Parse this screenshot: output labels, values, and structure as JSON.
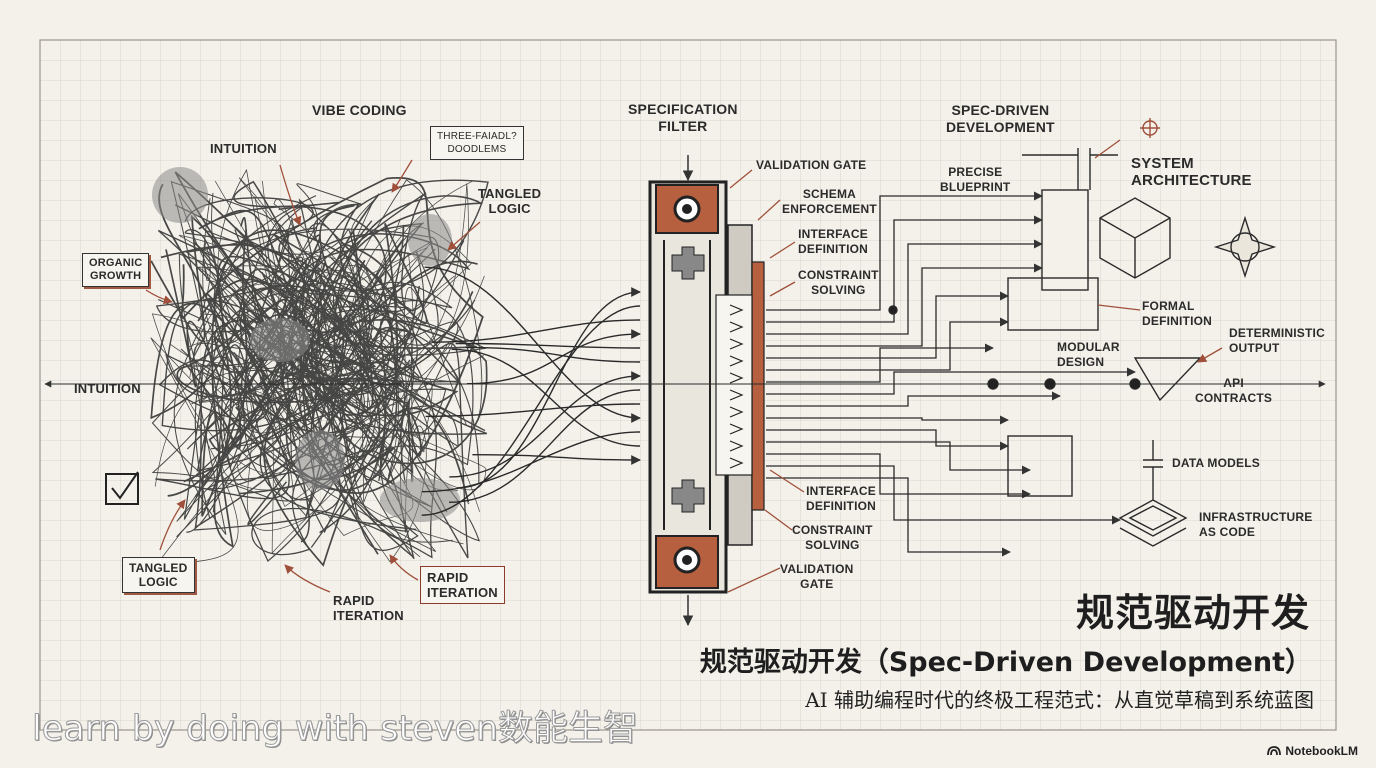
{
  "left": {
    "heading": "VIBE CODING",
    "intuition_top": "INTUITION",
    "doodle_note": "THREE-FAIADL?\nDOODLEMS",
    "tangled_logic_top": "TANGLED\nLOGIC",
    "organic_growth": "ORGANIC\nGROWTH",
    "intuition_left": "INTUITION",
    "tangled_logic_bottom": "TANGLED\nLOGIC",
    "rapid_iteration_left": "RAPID\nITERATION",
    "rapid_iteration_right": "RAPID\nITERATION"
  },
  "filter": {
    "heading": "SPECIFICATION\nFILTER",
    "validation_gate_top": "VALIDATION GATE",
    "schema_enforcement": "SCHEMA\nENFORCEMENT",
    "interface_definition_top": "INTERFACE\nDEFINITION",
    "constraint_solving_top": "CONSTRAINT\nSOLVING",
    "interface_definition_bottom": "INTERFACE\nDEFINITION",
    "constraint_solving_bottom": "CONSTRAINT\nSOLVING",
    "validation_gate_bottom": "VALIDATION\nGATE"
  },
  "right": {
    "heading": "SPEC-DRIVEN\nDEVELOPMENT",
    "precise_blueprint": "PRECISE\nBLUEPRINT",
    "system_architecture": "SYSTEM\nARCHITECTURE",
    "formal_definition": "FORMAL\nDEFINITION",
    "modular_design": "MODULAR\nDESIGN",
    "deterministic_output": "DETERMINISTIC\nOUTPUT",
    "api_contracts": "API\nCONTRACTS",
    "data_models": "DATA MODELS",
    "infrastructure_as_code": "INFRASTRUCTURE\nAS CODE"
  },
  "titles": {
    "big": "规范驱动开发",
    "mid": "规范驱动开发（Spec-Driven Development）",
    "sub": "AI 辅助编程时代的终极工程范式：从直觉草稿到系统蓝图"
  },
  "watermark": "learn by doing with steven数能生智",
  "branding": "NotebookLM",
  "colors": {
    "ink": "#2b2b2b",
    "accent": "#b0573a",
    "paper": "#f3f1ea",
    "grid": "#cfcbc0"
  }
}
